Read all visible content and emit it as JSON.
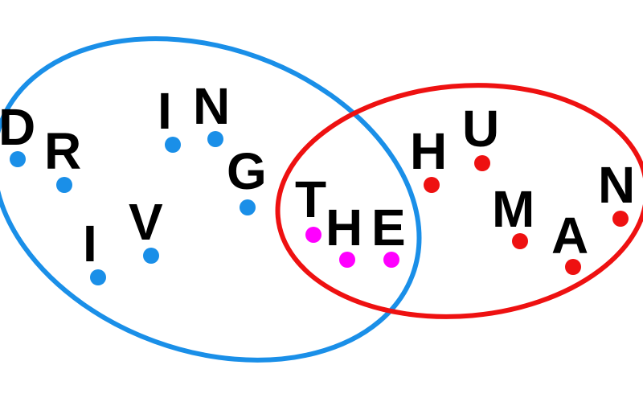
{
  "colors": {
    "left_set": "#1a8fe8",
    "right_set": "#ee1111",
    "overlap": "#ff00ff",
    "text": "#000000",
    "background": "#ffffff"
  },
  "sets": {
    "left": {
      "letters": [
        "D",
        "R",
        "I",
        "V",
        "I",
        "N",
        "G"
      ]
    },
    "overlap": {
      "letters": [
        "T",
        "H",
        "E"
      ]
    },
    "right": {
      "letters": [
        "H",
        "U",
        "M",
        "A",
        "N"
      ]
    }
  }
}
